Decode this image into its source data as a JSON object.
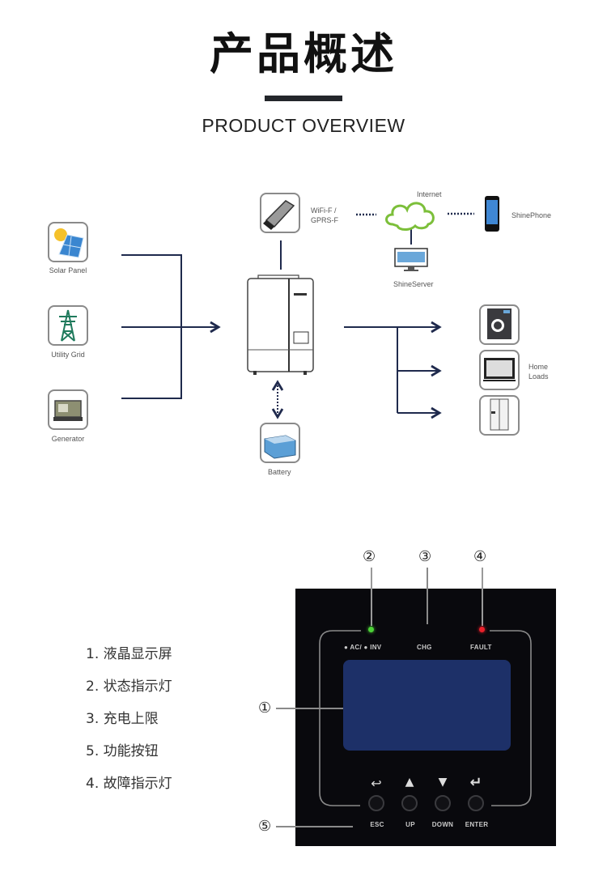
{
  "header": {
    "title_cn": "产品概述",
    "title_en": "PRODUCT OVERVIEW"
  },
  "diagram": {
    "sources": [
      {
        "label": "Solar Panel",
        "icon": "solar-panel-icon"
      },
      {
        "label": "Utility Grid",
        "icon": "utility-grid-icon"
      },
      {
        "label": "Generator",
        "icon": "generator-icon"
      }
    ],
    "comm_module": {
      "label_line1": "WiFi-F /",
      "label_line2": "GPRS-F",
      "icon": "wifi-gprs-module-icon"
    },
    "internet": {
      "label": "Internet",
      "icon": "cloud-icon"
    },
    "shine_phone": {
      "label": "ShinePhone",
      "icon": "smartphone-icon"
    },
    "shine_server": {
      "label": "ShineServer",
      "icon": "monitor-icon"
    },
    "inverter": {
      "icon": "inverter-icon"
    },
    "battery": {
      "label": "Battery",
      "icon": "battery-icon"
    },
    "loads": {
      "label_line1": "Home",
      "label_line2": "Loads",
      "items": [
        {
          "icon": "washing-machine-icon"
        },
        {
          "icon": "television-icon"
        },
        {
          "icon": "refrigerator-icon"
        }
      ]
    },
    "colors": {
      "line": "#1f2a4d",
      "cloud": "#7cbf3a"
    }
  },
  "legend": {
    "items": [
      "1. 液晶显示屏",
      "2. 状态指示灯",
      "3. 充电上限",
      "5. 功能按钮",
      "4. 故障指示灯"
    ]
  },
  "panel": {
    "callouts": [
      "②",
      "③",
      "④",
      "①",
      "⑤"
    ],
    "indicators": {
      "ac_inv": "● AC/ ● INV",
      "chg": "CHG",
      "fault": "FAULT"
    },
    "led_colors": {
      "status": "#4cd137",
      "fault": "#e8202a"
    },
    "lcd_color": "#1d3068",
    "buttons": [
      {
        "label": "ESC",
        "icon": "return-icon",
        "glyph": "↩"
      },
      {
        "label": "UP",
        "icon": "up-triangle-icon",
        "glyph": "▲"
      },
      {
        "label": "DOWN",
        "icon": "down-triangle-icon",
        "glyph": "▼"
      },
      {
        "label": "ENTER",
        "icon": "enter-icon",
        "glyph": "↵"
      }
    ]
  }
}
